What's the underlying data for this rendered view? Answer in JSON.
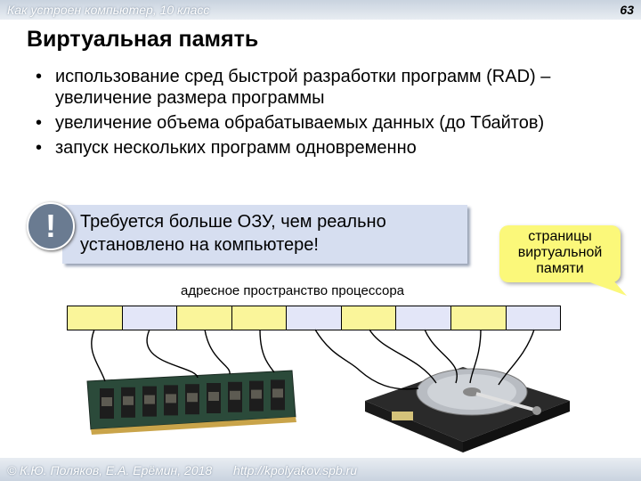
{
  "header": {
    "course": "Как устроен компьютер, 10 класс",
    "page_number": "63"
  },
  "title": "Виртуальная память",
  "bullets": [
    "использование сред быстрой разработки программ (RAD) – увеличение размера программы",
    "увеличение объема обрабатываемых данных (до Тбайтов)",
    "запуск нескольких программ одновременно"
  ],
  "note": {
    "icon": "!",
    "text": "Требуется больше ОЗУ, чем реально установлено на компьютере!"
  },
  "callout": {
    "lines": [
      "страницы",
      "виртуальной",
      "памяти"
    ]
  },
  "address_space": {
    "label": "адресное пространство процессора",
    "colors": {
      "ram_page": "#faf59a",
      "virtual_page": "#e3e6f8"
    },
    "cells": [
      "ram_page",
      "virtual_page",
      "ram_page",
      "ram_page",
      "virtual_page",
      "ram_page",
      "virtual_page",
      "ram_page",
      "virtual_page"
    ]
  },
  "icons": {
    "memory_module": "ram-module-icon",
    "hard_drive": "hard-drive-icon"
  },
  "footer": {
    "copyright": "© К.Ю. Поляков, Е.А. Ерёмин, 2018",
    "url": "http://kpolyakov.spb.ru"
  }
}
